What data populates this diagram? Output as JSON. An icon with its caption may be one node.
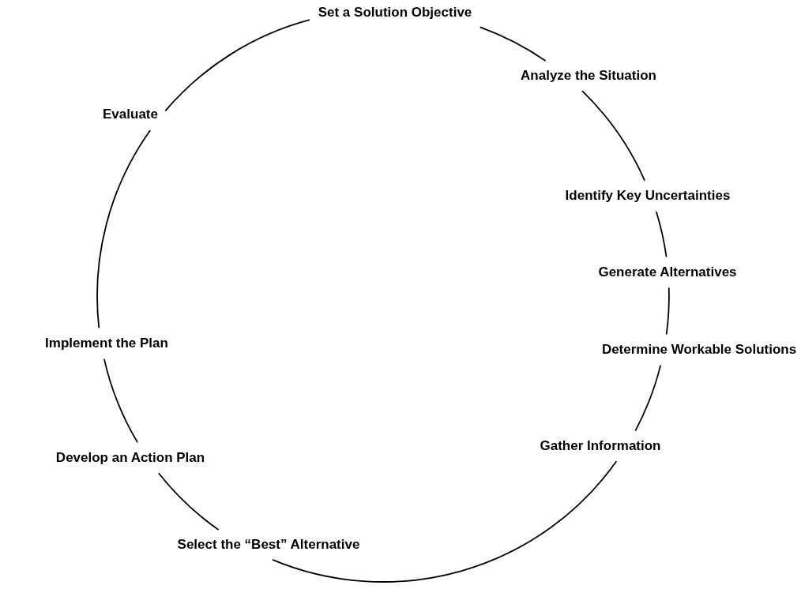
{
  "diagram": {
    "nodes": [
      {
        "text": [
          "Set a Solution Objective"
        ]
      },
      {
        "text": [
          "Analyze the Situation"
        ]
      },
      {
        "text": [
          "Identify Key Uncertainties"
        ]
      },
      {
        "text": [
          "Generate Alternatives"
        ]
      },
      {
        "text": [
          "Determine Workable Solutions"
        ]
      },
      {
        "text": [
          "Gather Information"
        ]
      },
      {
        "text": [
          "Select the “Best” Alternative"
        ]
      },
      {
        "text": [
          "Develop an Action Plan"
        ]
      },
      {
        "text": [
          "Implement the Plan"
        ]
      },
      {
        "text": [
          "Evaluate"
        ]
      }
    ],
    "edges": [
      {
        "from": 0,
        "to": 1,
        "arrow": "none"
      },
      {
        "from": 1,
        "to": 2,
        "arrow": "none"
      },
      {
        "from": 2,
        "to": 3,
        "arrow": "none"
      },
      {
        "from": 3,
        "to": 4,
        "arrow": "none"
      },
      {
        "from": 4,
        "to": 5,
        "arrow": "none"
      },
      {
        "from": 5,
        "to": 6,
        "arrow": "none"
      },
      {
        "from": 6,
        "to": 7,
        "arrow": "none"
      },
      {
        "from": 7,
        "to": 8,
        "arrow": "none"
      },
      {
        "from": 8,
        "to": 9,
        "arrow": "none"
      },
      {
        "from": 9,
        "to": 0,
        "arrow": "none"
      }
    ]
  }
}
